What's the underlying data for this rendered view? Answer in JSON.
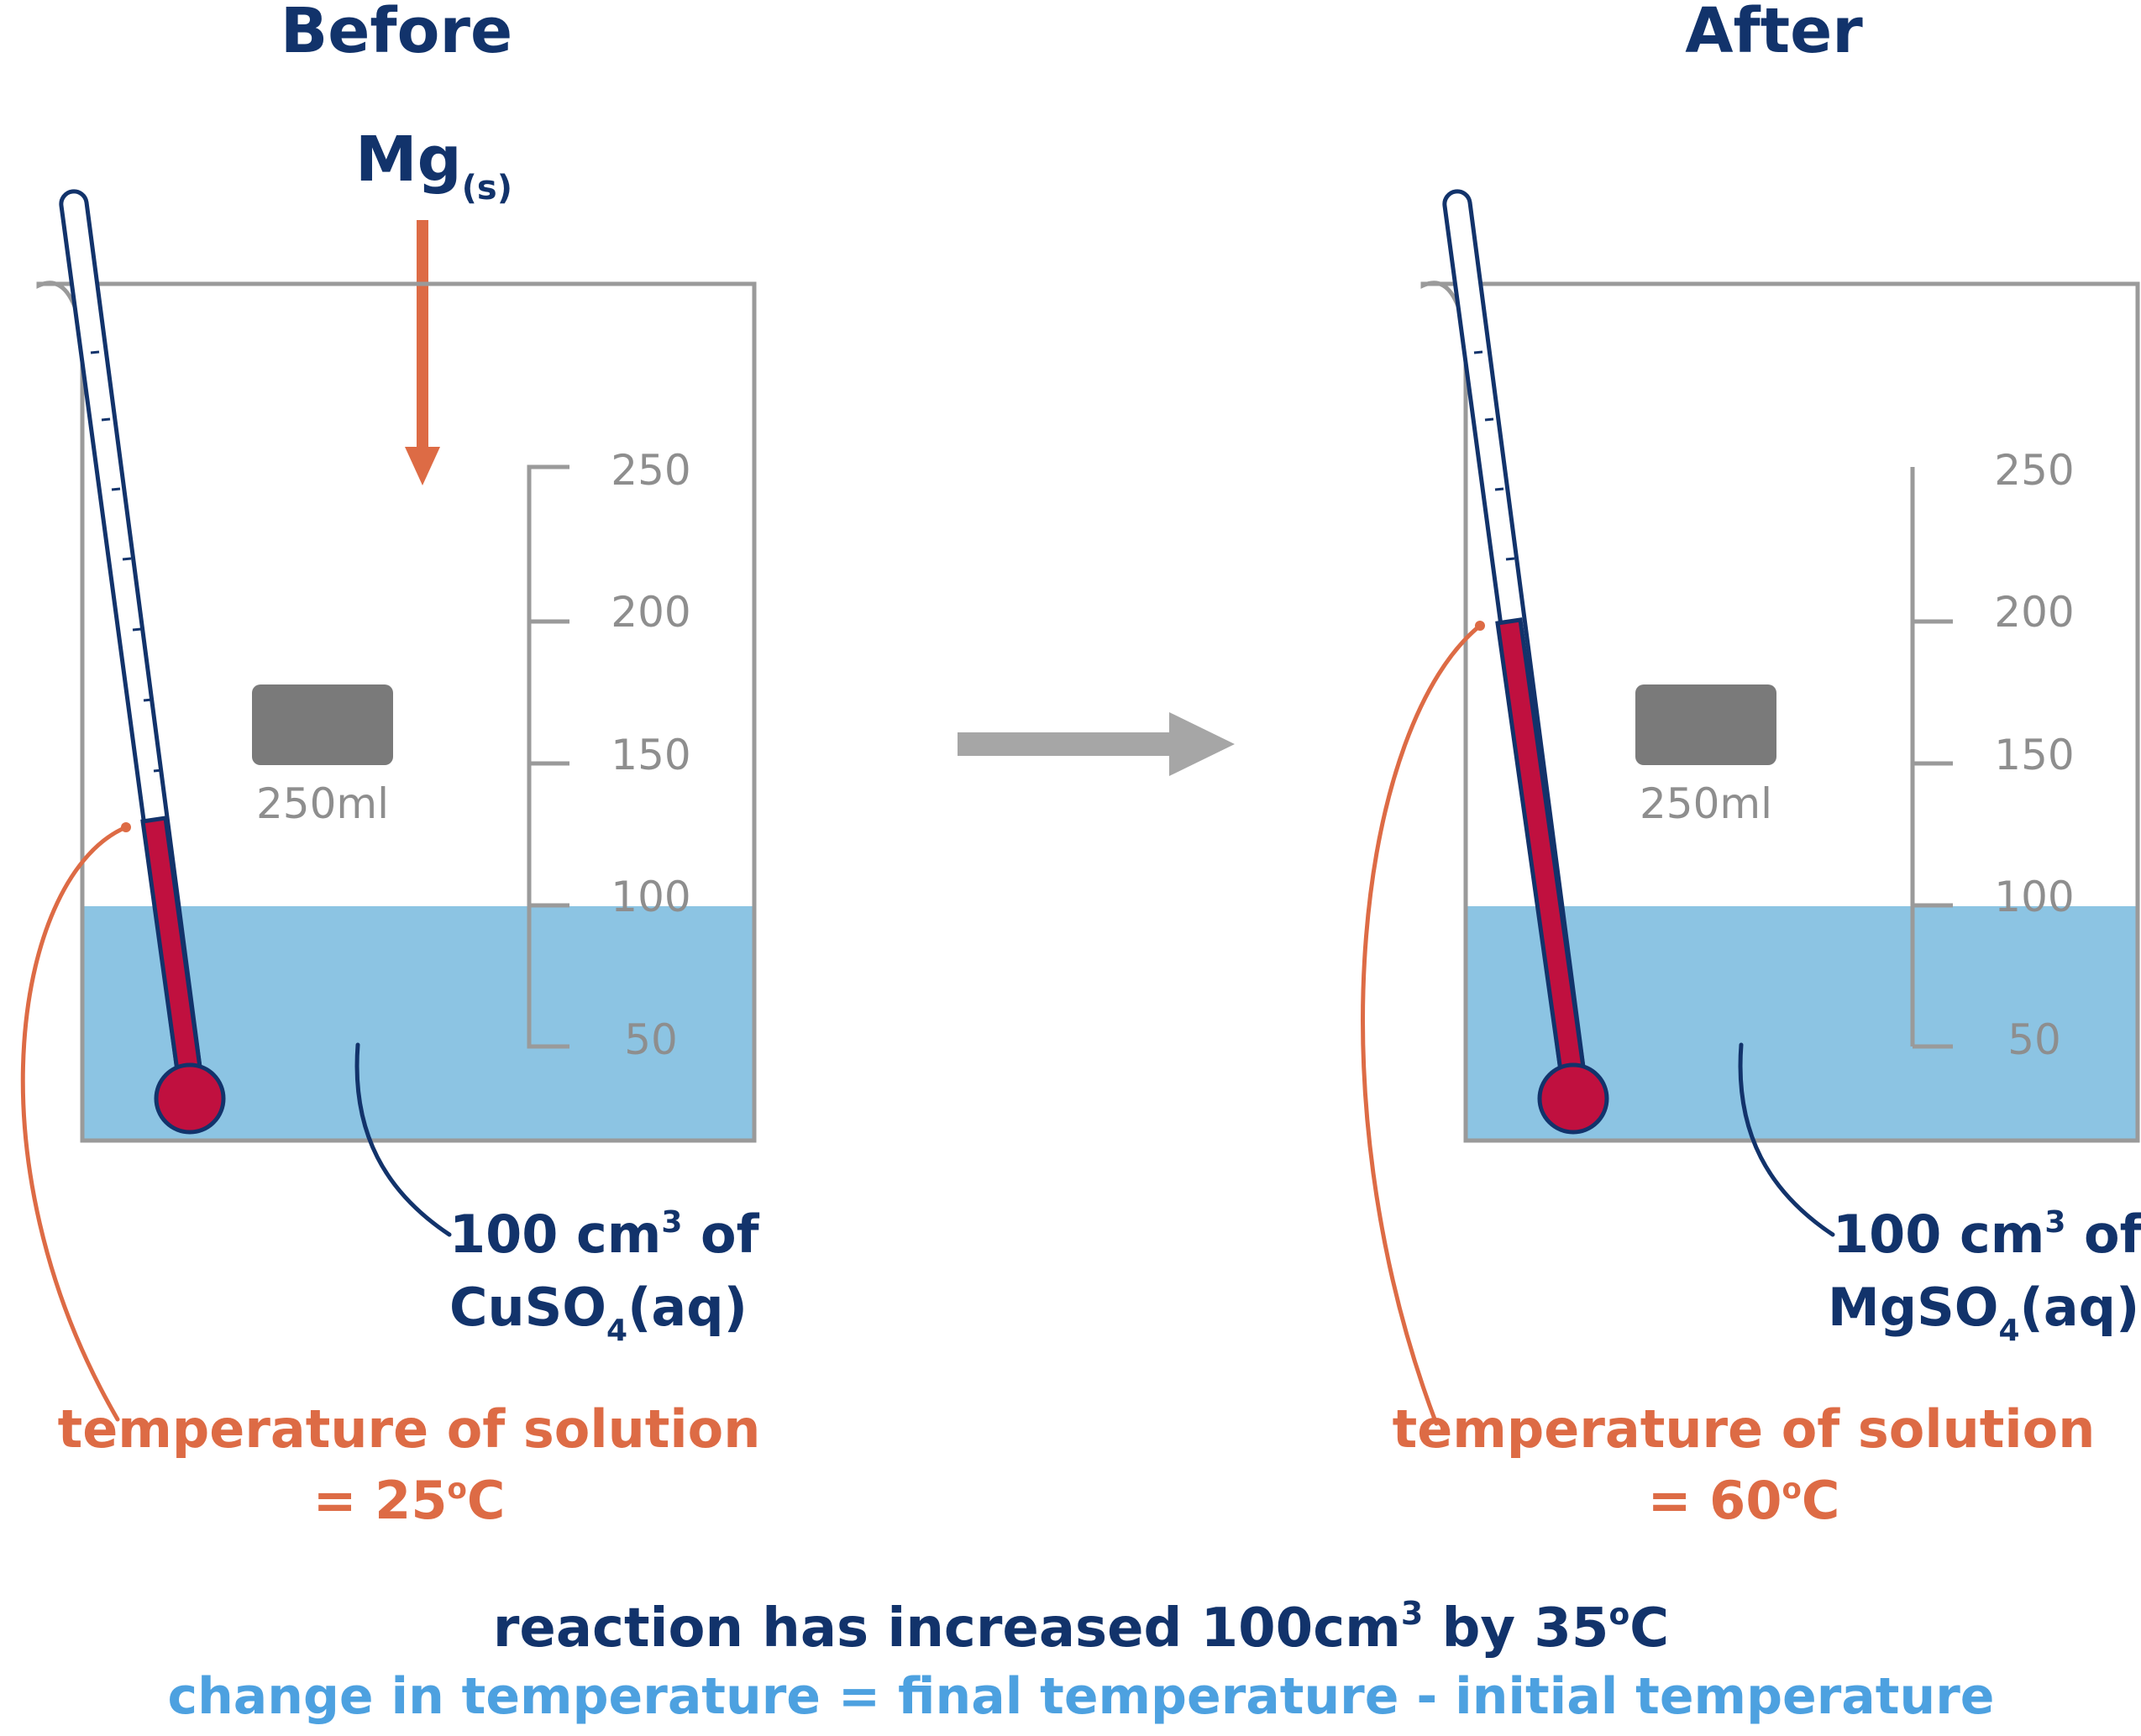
{
  "before": {
    "heading": "Before",
    "reactant_main": "Mg",
    "reactant_sub": "(s)",
    "beaker_label": "250ml",
    "scale_ticks": [
      "250",
      "200",
      "150",
      "100",
      "50"
    ],
    "solution_line1": "100 cm",
    "solution_sup": "3",
    "solution_line1_tail": " of",
    "solution_line2_main": "CuSO",
    "solution_line2_sub": "4",
    "solution_line2_tail": "(aq)",
    "temp_label": "temperature of solution",
    "temp_prefix": "= 25",
    "temp_deg": "o",
    "temp_unit": "C",
    "thermometer_fill": 0.27
  },
  "after": {
    "heading": "After",
    "beaker_label": "250ml",
    "scale_ticks": [
      "250",
      "200",
      "150",
      "100",
      "50"
    ],
    "solution_line1": "100 cm",
    "solution_sup": "3",
    "solution_line1_tail": " of",
    "solution_line2_main": "MgSO",
    "solution_line2_sub": "4",
    "solution_line2_tail": "(aq)",
    "temp_label": "temperature of solution",
    "temp_prefix": "= 60",
    "temp_deg": "o",
    "temp_unit": "C",
    "thermometer_fill": 0.55
  },
  "summary": {
    "line1_a": "reaction has increased 100cm",
    "line1_sup": "3",
    "line1_b": " by 35",
    "line1_deg": "o",
    "line1_c": "C",
    "line2": "change in temperature = final temperature - initial temperature"
  },
  "colors": {
    "navy": "#12336b",
    "orange": "#dd6b45",
    "crimson": "#c0103f",
    "solution": "#8cc4e3",
    "beaker": "#9a9a9a",
    "arrow": "#a6a6a6",
    "label_box": "#7a7a7a",
    "summary_blue": "#4da1e0"
  }
}
